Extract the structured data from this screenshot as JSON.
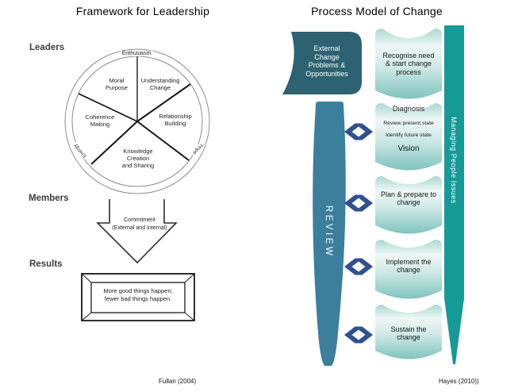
{
  "colors": {
    "dark_teal": "#2c6272",
    "review_teal": "#3b7f9d",
    "mpi_teal": "#169a97",
    "segment_edge": "#a9d8d2",
    "segment_light": "#eef7f5",
    "segment_mid": "#cfe9e6",
    "segment_deep": "#7fc4bd",
    "diamond_blue": "#30508f",
    "line_gray": "#8c8c8c",
    "line_dark": "#1a1a1a"
  },
  "left": {
    "title": "Framework for Leadership",
    "labels": {
      "leaders": "Leaders",
      "members": "Members",
      "results": "Results"
    },
    "ring": {
      "top": "Enthusiasm",
      "lower_left": "Energy",
      "lower_right": "Hope"
    },
    "sectors": {
      "moral": {
        "l1": "Moral",
        "l2": "Purpose"
      },
      "understanding": {
        "l1": "Understanding",
        "l2": "Change"
      },
      "relationship": {
        "l1": "Relationship",
        "l2": "Building"
      },
      "coherence": {
        "l1": "Coherence",
        "l2": "Making"
      },
      "knowledge": {
        "l1": "Knowledge",
        "l2": "Creation",
        "l3": "and Sharing"
      }
    },
    "arrow": {
      "l1": "Commitment",
      "l2": "(External and Internal)"
    },
    "results_box": {
      "l1": "More good things happen;",
      "l2": "fewer bad things happen."
    },
    "attribution": "Fullan (2004)"
  },
  "right": {
    "title": "Process Model of Change",
    "external": {
      "l1": "External",
      "l2": "Change",
      "l3": "Problems &",
      "l4": "Opportunities"
    },
    "review": "REVIEW",
    "managing": "Managing People Issues",
    "stages": {
      "recognise": {
        "l1": "Recognise need",
        "l2": "& start change",
        "l3": "process"
      },
      "diagnosis": {
        "heading": "Diagnosis",
        "sub1": "Review present state",
        "sub2": "Identify future state",
        "heading2": "Vision"
      },
      "plan": {
        "l1": "Plan & prepare to",
        "l2": "change"
      },
      "implement": {
        "l1": "Implement the",
        "l2": "change"
      },
      "sustain": {
        "l1": "Sustain the",
        "l2": "change"
      }
    },
    "attribution": "Hayes (2010))"
  }
}
